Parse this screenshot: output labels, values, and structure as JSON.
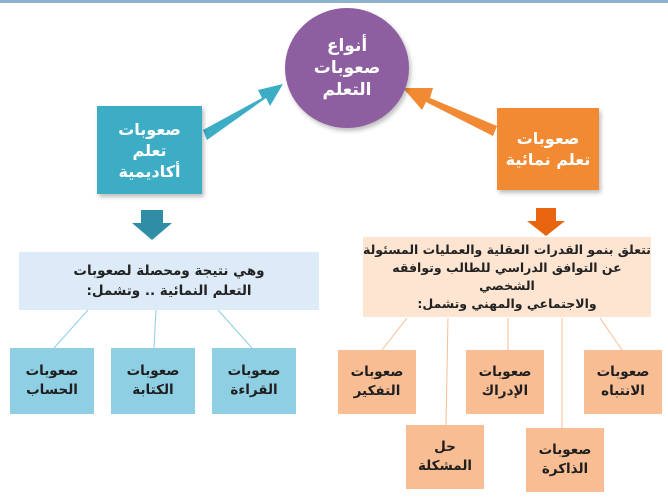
{
  "center": {
    "label": "أنواع\nصعوبات\nالتعلم"
  },
  "academic": {
    "label": "صعوبات\nتعلم\nأكاديمية",
    "description": "وهي نتيجة ومحصلة لصعوبات\nالتعلم النمائية .. وتشمل:",
    "items": [
      "صعوبات\nالقراءة",
      "صعوبات\nالكتابة",
      "صعوبات\nالحساب"
    ]
  },
  "developmental": {
    "label": "صعوبات\nتعلم نمائية",
    "description": "تتعلق بنمو القدرات العقلية والعمليات المسئولة\nعن التوافق الدراسي للطالب وتوافقه الشخصي\nوالاجتماعي والمهني وتشمل:",
    "items": [
      "صعوبات\nالانتباه",
      "صعوبات\nالإدراك",
      "صعوبات\nالتفكير",
      "صعوبات\nالذاكرة",
      "حل\nالمشكلة"
    ]
  },
  "colors": {
    "center": "#8e5fa0",
    "academic": "#3dadc6",
    "academic_dark": "#2f8ea6",
    "developmental": "#f28a33",
    "developmental_dark": "#e8650f",
    "academic_light": "#dcebf7",
    "academic_item": "#8fcfe3",
    "developmental_light": "#fde5d2",
    "developmental_item": "#f9bd94"
  }
}
